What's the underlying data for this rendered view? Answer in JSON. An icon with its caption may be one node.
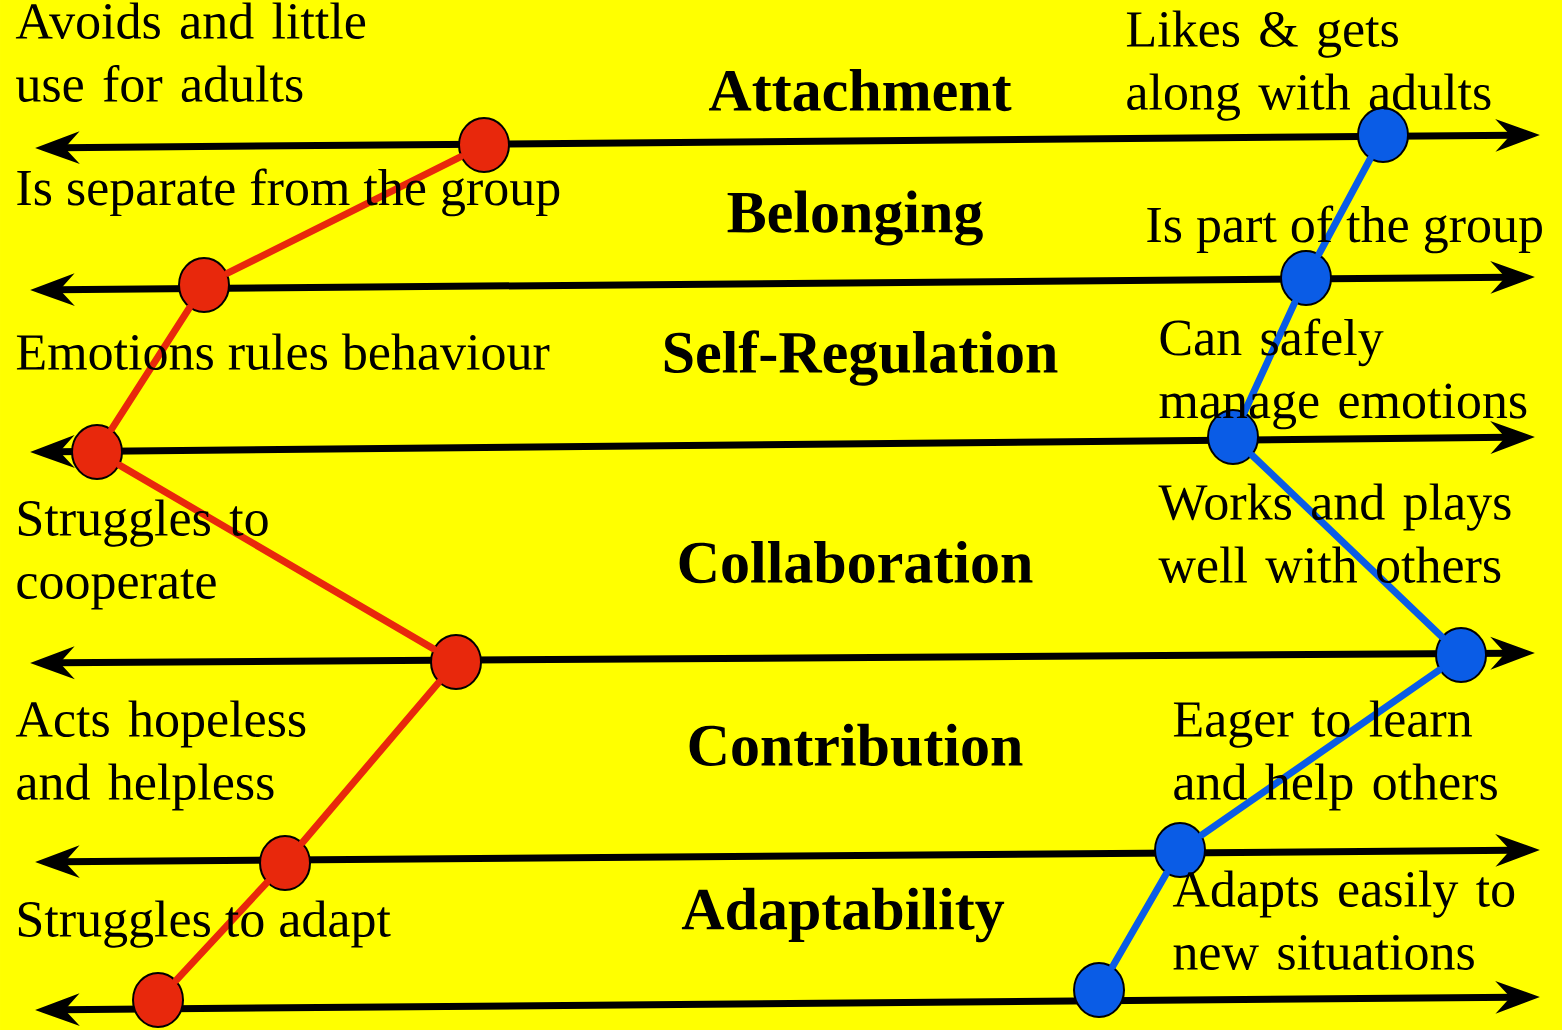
{
  "diagram": {
    "nodes": [
      {
        "text": [],
        "shape": "circle"
      },
      {
        "text": [],
        "shape": "circle"
      },
      {
        "text": [],
        "shape": "circle"
      },
      {
        "text": [],
        "shape": "circle"
      },
      {
        "text": [],
        "shape": "circle"
      },
      {
        "text": [],
        "shape": "circle"
      },
      {
        "text": [],
        "shape": "circle"
      },
      {
        "text": [],
        "shape": "circle"
      },
      {
        "text": [],
        "shape": "circle"
      },
      {
        "text": [],
        "shape": "circle"
      },
      {
        "text": [],
        "shape": "circle"
      },
      {
        "text": [],
        "shape": "circle"
      }
    ],
    "edges": [
      {
        "from": 0,
        "to": 1,
        "arrow": "none",
        "color": "#e8280c"
      },
      {
        "from": 1,
        "to": 2,
        "arrow": "none",
        "color": "#e8280c"
      },
      {
        "from": 2,
        "to": 3,
        "arrow": "none",
        "color": "#e8280c"
      },
      {
        "from": 3,
        "to": 4,
        "arrow": "none",
        "color": "#e8280c"
      },
      {
        "from": 4,
        "to": 5,
        "arrow": "none",
        "color": "#e8280c"
      },
      {
        "from": 6,
        "to": 7,
        "arrow": "none",
        "color": "#0a5ce6"
      },
      {
        "from": 7,
        "to": 8,
        "arrow": "none",
        "color": "#0a5ce6"
      },
      {
        "from": 8,
        "to": 9,
        "arrow": "none",
        "color": "#0a5ce6"
      },
      {
        "from": 9,
        "to": 10,
        "arrow": "none",
        "color": "#0a5ce6"
      },
      {
        "from": 10,
        "to": 11,
        "arrow": "none",
        "color": "#0a5ce6"
      }
    ],
    "labels": [
      "Avoids and little use for adults",
      "Attachment",
      "Likes & gets along with adults",
      "Is separate from the group",
      "Belonging",
      "Is part of the group",
      "Emotions rules behaviour",
      "Self-Regulation",
      "Can safely manage emotions",
      "Struggles to cooperate",
      "Collaboration",
      "Works and plays well with others",
      "Acts hopeless and helpless",
      "Contribution",
      "Eager to learn and help others",
      "Struggles to adapt",
      "Adaptability",
      "Adapts easily to new situations"
    ]
  }
}
